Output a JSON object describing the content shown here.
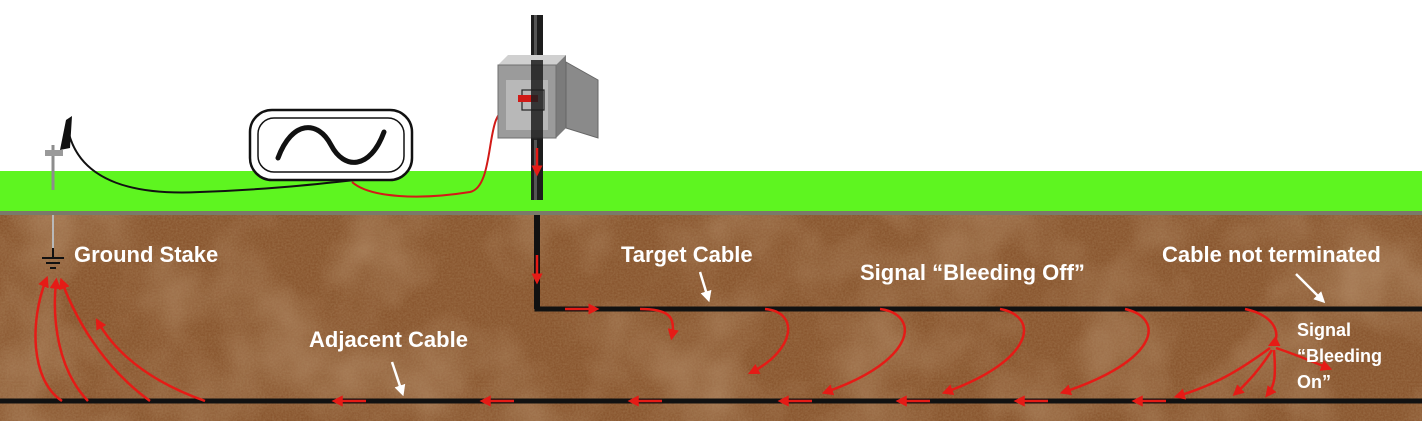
{
  "labels": {
    "ground_stake": "Ground Stake",
    "target_cable": "Target Cable",
    "signal_bleeding_off": "Signal “Bleeding Off”",
    "cable_not_terminated": "Cable not terminated",
    "adjacent_cable": "Adjacent Cable",
    "signal_bleeding_on_1": "Signal",
    "signal_bleeding_on_2": "“Bleeding",
    "signal_bleeding_on_3": "On”"
  },
  "colors": {
    "grass": "#5ef520",
    "soil": "#87532c",
    "soil_dark": "#5e3618",
    "soil_light": "#a9784c",
    "cable": "#111111",
    "signal": "#e51b16",
    "label_text": "#ffffff"
  },
  "icons": {
    "transmitter": "sine-wave-icon",
    "ground": "ground-symbol-icon",
    "junction_box": "electrical-box-icon"
  }
}
